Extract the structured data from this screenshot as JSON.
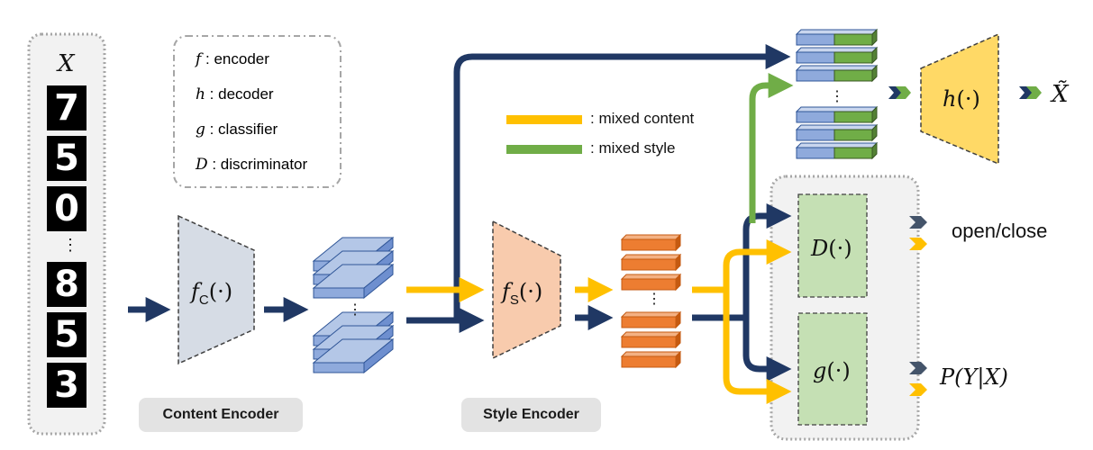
{
  "input": {
    "symbol": "X",
    "digits": [
      "7",
      "5",
      "0",
      "8",
      "5",
      "3"
    ],
    "ellipsis": "⋮"
  },
  "legend_box": {
    "items": [
      {
        "symbol": "f",
        "text": " : encoder"
      },
      {
        "symbol": "h",
        "text": " : decoder"
      },
      {
        "symbol": "g",
        "text": " : classifier"
      },
      {
        "symbol": "D",
        "text": " : discriminator"
      }
    ]
  },
  "color_legend": [
    {
      "color": "#FFC000",
      "text": ": mixed content"
    },
    {
      "color": "#70AD47",
      "text": ": mixed style"
    }
  ],
  "modules": {
    "content_encoder": {
      "symbol": "f_C(·)",
      "label": "Content Encoder",
      "color": "#D6DCE5"
    },
    "style_encoder": {
      "symbol": "f_S(·)",
      "label": "Style Encoder",
      "color": "#F8CBAD"
    },
    "decoder": {
      "symbol": "h(·)",
      "color": "#FFD966"
    },
    "discriminator": {
      "symbol": "D(·)",
      "color": "#C5E0B4"
    },
    "classifier": {
      "symbol": "g(·)",
      "color": "#C5E0B4"
    }
  },
  "outputs": {
    "reconstruction": "X̃",
    "discriminator": "open/close",
    "classifier": "P(Y|X)"
  },
  "colors": {
    "navy": "#203864",
    "blue_feature": "#8FAADC",
    "orange_feature": "#ED7D31",
    "green_feature": "#70AD47"
  },
  "ellipsis": "⋮"
}
